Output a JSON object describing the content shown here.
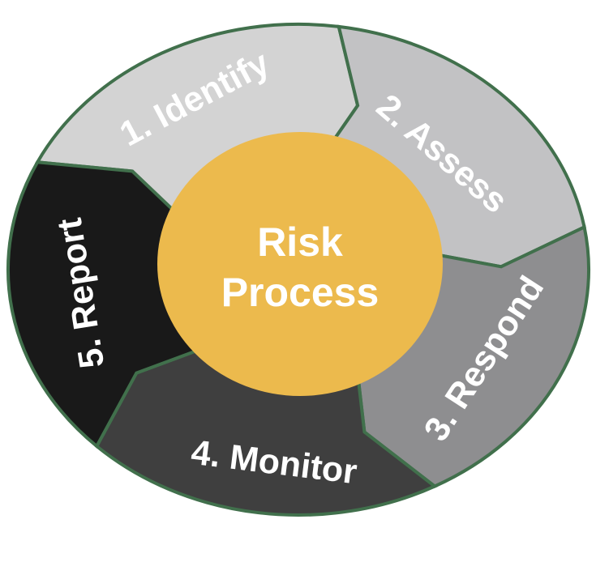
{
  "diagram": {
    "type": "cycle-process-wheel",
    "background": "#ffffff",
    "gap_color": "#41704c",
    "center": {
      "label": "Risk Process",
      "line1": "Risk",
      "line2": "Process",
      "fill": "#ecba4d",
      "text_color": "#ffffff"
    },
    "segments": [
      {
        "id": "identify",
        "step": 1,
        "label": "1. Identify",
        "color": "#d3d3d3",
        "text_color": "#ffffff"
      },
      {
        "id": "assess",
        "step": 2,
        "label": "2. Assess",
        "color": "#c2c2c4",
        "text_color": "#ffffff"
      },
      {
        "id": "respond",
        "step": 3,
        "label": "3. Respond",
        "color": "#8e8e90",
        "text_color": "#ffffff"
      },
      {
        "id": "monitor",
        "step": 4,
        "label": "4. Monitor",
        "color": "#3f3f3f",
        "text_color": "#ffffff"
      },
      {
        "id": "report",
        "step": 5,
        "label": "5. Report",
        "color": "#191919",
        "text_color": "#ffffff"
      }
    ]
  }
}
